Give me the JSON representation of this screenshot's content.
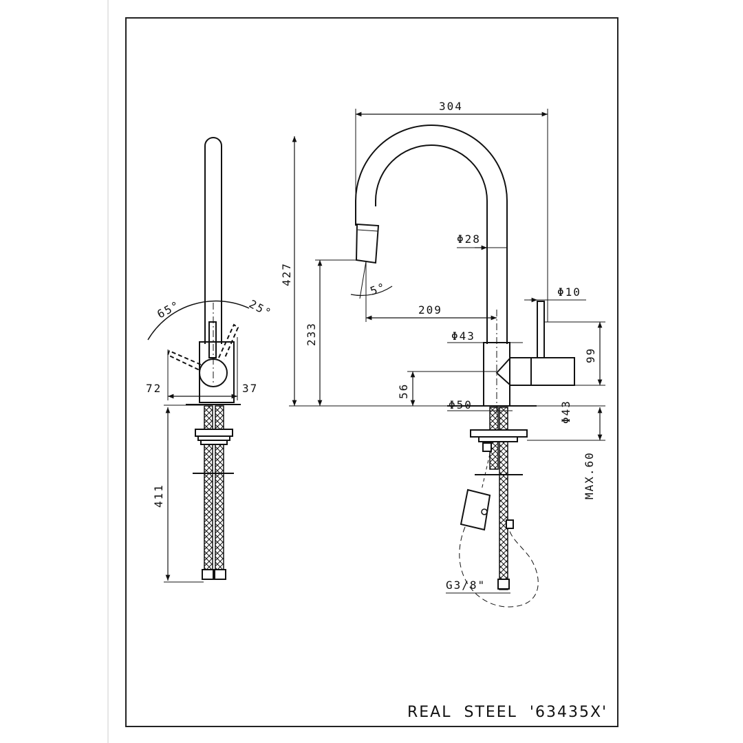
{
  "drawing": {
    "title": "REAL  STEEL  '63435X'"
  },
  "side_view": {
    "angle_left": "65°",
    "angle_right": "25°",
    "width_left": "72",
    "width_right": "37",
    "hose_length": "411"
  },
  "front_view": {
    "reach": "304",
    "total_height": "427",
    "spout_height": "233",
    "spray_angle": "5°",
    "spout_diameter": "Φ28",
    "spray_reach": "209",
    "handle_diameter": "Φ10",
    "body_diameter": "Φ43",
    "handle_height": "99",
    "handle_base_height": "56",
    "base_diameter": "Φ50",
    "hole_diameter": "Φ43",
    "max_deck": "MAX.60",
    "connection": "G3/8\""
  },
  "colors": {
    "line": "#111111",
    "frame": "#222222",
    "background": "#ffffff"
  }
}
